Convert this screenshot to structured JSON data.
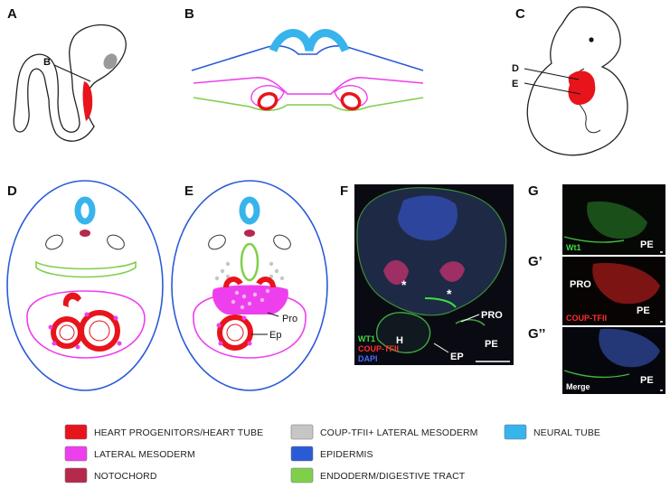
{
  "panels": {
    "A": {
      "letter": "A",
      "section_label": "B"
    },
    "B": {
      "letter": "B"
    },
    "C": {
      "letter": "C",
      "label_d": "D",
      "label_e": "E"
    },
    "D": {
      "letter": "D"
    },
    "E": {
      "letter": "E",
      "label_pro": "Pro",
      "label_ep": "Ep"
    },
    "F": {
      "letter": "F",
      "label_pro": "PRO",
      "label_pe": "PE",
      "label_h": "H",
      "label_ep": "EP",
      "star": "*",
      "stains": [
        {
          "text": "WT1",
          "color": "#3fdc3f"
        },
        {
          "text": "COUP-TFII",
          "color": "#ff3030"
        },
        {
          "text": "DAPI",
          "color": "#4a6cff"
        }
      ]
    },
    "G": {
      "letter": "G",
      "stain": "Wt1",
      "label_pe": "PE"
    },
    "G1": {
      "letter": "G’",
      "label_pro": "PRO",
      "stain": "COUP-TFII",
      "label_pe": "PE"
    },
    "G2": {
      "letter": "G’’",
      "stain": "Merge",
      "label_pe": "PE"
    }
  },
  "colors": {
    "heart": "#e8141c",
    "lateral_mesoderm": "#ee3fee",
    "notochord": "#b5294d",
    "coup_lateral": "#c6c6c6",
    "epidermis": "#2a5bd7",
    "neural_tube": "#38b4ec",
    "endoderm": "#7ed04a"
  },
  "legend": [
    {
      "label": "HEART PROGENITORS/HEART TUBE",
      "color": "#e8141c"
    },
    {
      "label": "LATERAL MESODERM",
      "color": "#ee3fee"
    },
    {
      "label": "NOTOCHORD",
      "color": "#b5294d"
    },
    {
      "label": "COUP-TFII+ LATERAL MESODERM",
      "color": "#c6c6c6"
    },
    {
      "label": "EPIDERMIS",
      "color": "#2a5bd7"
    },
    {
      "label": "ENDODERM/DIGESTIVE TRACT",
      "color": "#7ed04a"
    },
    {
      "label": "NEURAL TUBE",
      "color": "#38b4ec"
    }
  ]
}
